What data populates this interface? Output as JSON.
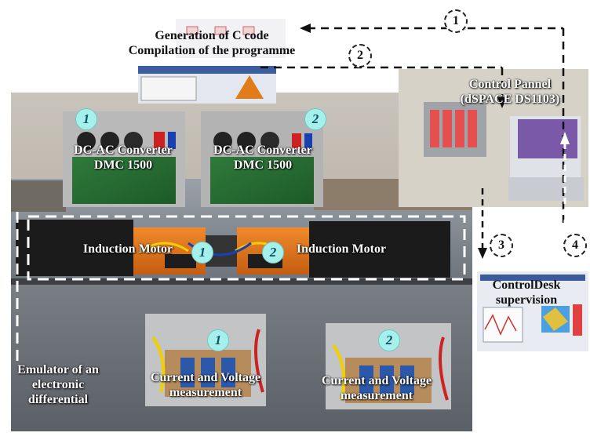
{
  "top": {
    "line1": "Generation of C code",
    "line2": "Compilation of the programme"
  },
  "control_panel": {
    "line1": "Control Pannel",
    "line2": "(dSPACE DS1103)"
  },
  "converters": [
    {
      "badge": "1",
      "line1": "DC-AC Converter",
      "line2": "DMC 1500"
    },
    {
      "badge": "2",
      "line1": "DC-AC Converter",
      "line2": "DMC 1500"
    }
  ],
  "motors": [
    {
      "badge": "1",
      "label": "Induction Motor"
    },
    {
      "badge": "2",
      "label": "Induction Motor"
    }
  ],
  "measurements": [
    {
      "badge": "1",
      "line1": "Current and Voltage",
      "line2": "measurement"
    },
    {
      "badge": "2",
      "line1": "Current and Voltage",
      "line2": "measurement"
    }
  ],
  "emulator": {
    "line1": "Emulator of an",
    "line2": "electronic",
    "line3": "differential"
  },
  "controldesk": {
    "line1": "ControlDesk",
    "line2": "supervision"
  },
  "steps": [
    "1",
    "2",
    "3",
    "4"
  ],
  "colors": {
    "badge_fill": "#a6f0ec",
    "arrow": "#111111",
    "bench": "#8a8f96"
  }
}
